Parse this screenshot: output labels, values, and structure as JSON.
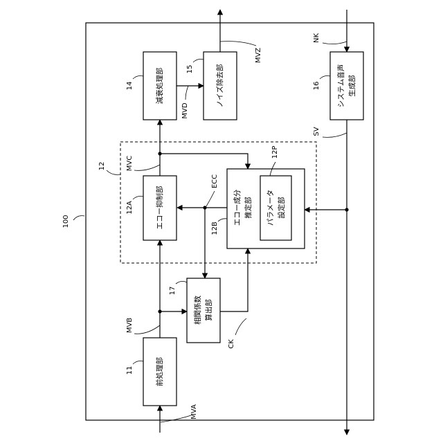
{
  "device_label": "100",
  "dashed_group_label": "12",
  "blocks": {
    "preprocess": {
      "ref": "11",
      "text": "前処理部"
    },
    "echo_suppress": {
      "ref": "12A",
      "text": "エコー抑制部"
    },
    "echo_estimate": {
      "ref": "12B",
      "line1": "エコー成分",
      "line2": "推定部"
    },
    "param_set": {
      "ref": "12P",
      "line1": "パラメータ",
      "line2": "設定部"
    },
    "subtract": {
      "ref": "14",
      "text": "減衰処理部"
    },
    "noise_remove": {
      "ref": "15",
      "text": "ノイズ除去部"
    },
    "system_sound": {
      "ref": "16",
      "line1": "システム音声",
      "line2": "生成部"
    },
    "correlation": {
      "ref": "17",
      "line1": "相関係数",
      "line2": "算出部"
    }
  },
  "signals": {
    "mva": "MVA",
    "mvb": "MVB",
    "mvc": "MVC",
    "mvd": "MVD",
    "mvz": "MVZ",
    "nk": "NK",
    "sv": "SV",
    "ecc": "ECC",
    "ck": "CK"
  }
}
